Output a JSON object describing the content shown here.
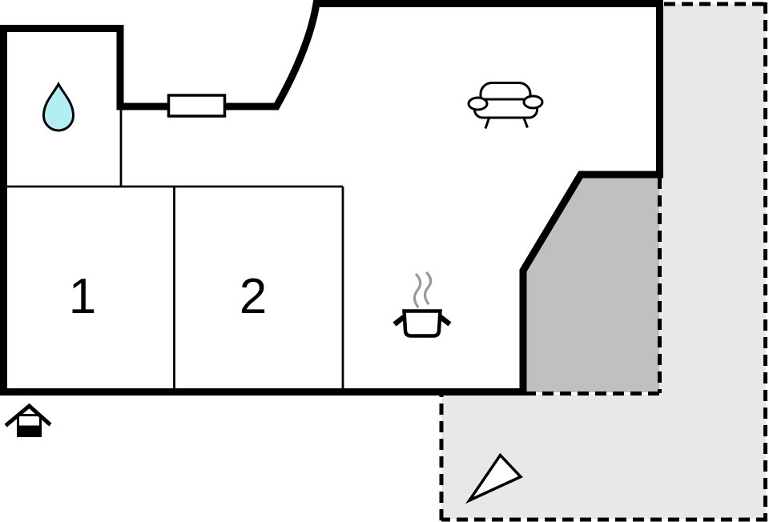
{
  "plan": {
    "type": "floor-plan",
    "rooms": [
      {
        "label": "1"
      },
      {
        "label": "2"
      }
    ],
    "colors": {
      "wall": "#000000",
      "background": "#ffffff",
      "terrace_light": "#e8e8e8",
      "terrace_dark": "#c0c0c0",
      "water_drop": "#b3eef2",
      "steam": "#999999"
    },
    "icons": [
      "water-drop-icon",
      "window-icon",
      "sofa-icon",
      "cooking-pot-icon",
      "steam-icon",
      "entrance-icon",
      "north-arrow-icon"
    ]
  }
}
